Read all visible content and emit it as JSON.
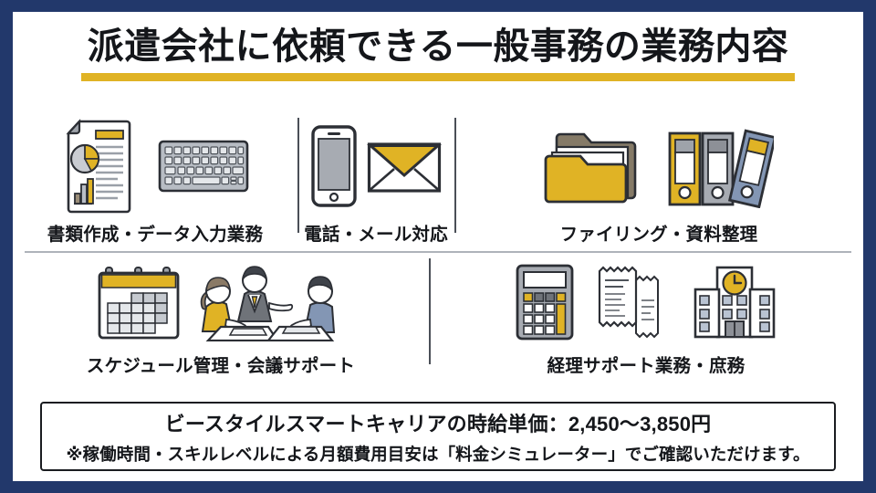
{
  "title": "派遣会社に依頼できる一般事務の業務内容",
  "colors": {
    "frame": "#22386b",
    "accent_gold": "#e0b325",
    "text": "#14161a",
    "divider": "#aeb3ba",
    "gray": "#8d9097",
    "blue_gray": "#8396b4",
    "brown": "#857a67"
  },
  "cells": [
    {
      "id": "document-data-entry",
      "label": "書類作成・データ入力業務",
      "icon": "document-keyboard-icon"
    },
    {
      "id": "phone-mail",
      "label": "電話・メール対応",
      "icon": "phone-envelope-icon"
    },
    {
      "id": "filing",
      "label": "ファイリング・資料整理",
      "icon": "folder-binder-icon"
    },
    {
      "id": "schedule-meeting",
      "label": "スケジュール管理・会議サポート",
      "icon": "calendar-meeting-icon"
    },
    {
      "id": "accounting-general",
      "label": "経理サポート業務・庶務",
      "icon": "calculator-receipt-building-icon"
    }
  ],
  "note": {
    "main": "ビースタイルスマートキャリアの時給単価：2,450〜3,850円",
    "sub": "※稼働時間・スキルレベルによる月額費用目安は「料金シミュレーター」でご確認いただけます。"
  }
}
